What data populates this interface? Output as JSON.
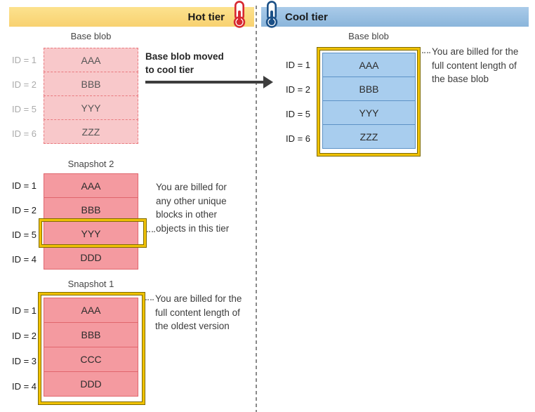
{
  "header": {
    "hot_label": "Hot tier",
    "cool_label": "Cool tier"
  },
  "colors": {
    "hot_bar": "#f9d97e",
    "cool_bar": "#9dc2e4",
    "hot_base_fill": "#f8c8ca",
    "hot_base_border": "#e9797e",
    "snapshot_fill": "#f49aa0",
    "snapshot_border": "#e0666d",
    "cool_base_fill": "#a8cdee",
    "cool_base_border": "#5d92c6",
    "highlight_gold": "#efc100",
    "thermometer_red": "#d7282f",
    "thermometer_blue": "#1b5087"
  },
  "hot": {
    "base_blob": {
      "title": "Base blob",
      "rows": [
        {
          "id": "ID = 1",
          "block": "AAA"
        },
        {
          "id": "ID = 2",
          "block": "BBB"
        },
        {
          "id": "ID = 5",
          "block": "YYY"
        },
        {
          "id": "ID = 6",
          "block": "ZZZ"
        }
      ]
    },
    "move_note": {
      "line1": "Base blob moved",
      "line2": "to cool tier"
    },
    "snapshot2": {
      "title": "Snapshot 2",
      "rows": [
        {
          "id": "ID = 1",
          "block": "AAA"
        },
        {
          "id": "ID = 2",
          "block": "BBB"
        },
        {
          "id": "ID = 5",
          "block": "YYY"
        },
        {
          "id": "ID = 4",
          "block": "DDD"
        }
      ],
      "annotation": {
        "line1": "You are billed for",
        "line2": "any other unique",
        "line3": "blocks in other",
        "line4": "objects in this tier"
      }
    },
    "snapshot1": {
      "title": "Snapshot 1",
      "rows": [
        {
          "id": "ID = 1",
          "block": "AAA"
        },
        {
          "id": "ID = 2",
          "block": "BBB"
        },
        {
          "id": "ID = 3",
          "block": "CCC"
        },
        {
          "id": "ID = 4",
          "block": "DDD"
        }
      ],
      "annotation": {
        "line1": "You are billed for the",
        "line2": "full content length of",
        "line3": "the oldest version"
      }
    }
  },
  "cool": {
    "base_blob": {
      "title": "Base blob",
      "rows": [
        {
          "id": "ID = 1",
          "block": "AAA"
        },
        {
          "id": "ID = 2",
          "block": "BBB"
        },
        {
          "id": "ID = 5",
          "block": "YYY"
        },
        {
          "id": "ID = 6",
          "block": "ZZZ"
        }
      ]
    },
    "annotation": {
      "line1": "You are billed for the",
      "line2": "full content length of",
      "line3": "the base blob"
    }
  }
}
